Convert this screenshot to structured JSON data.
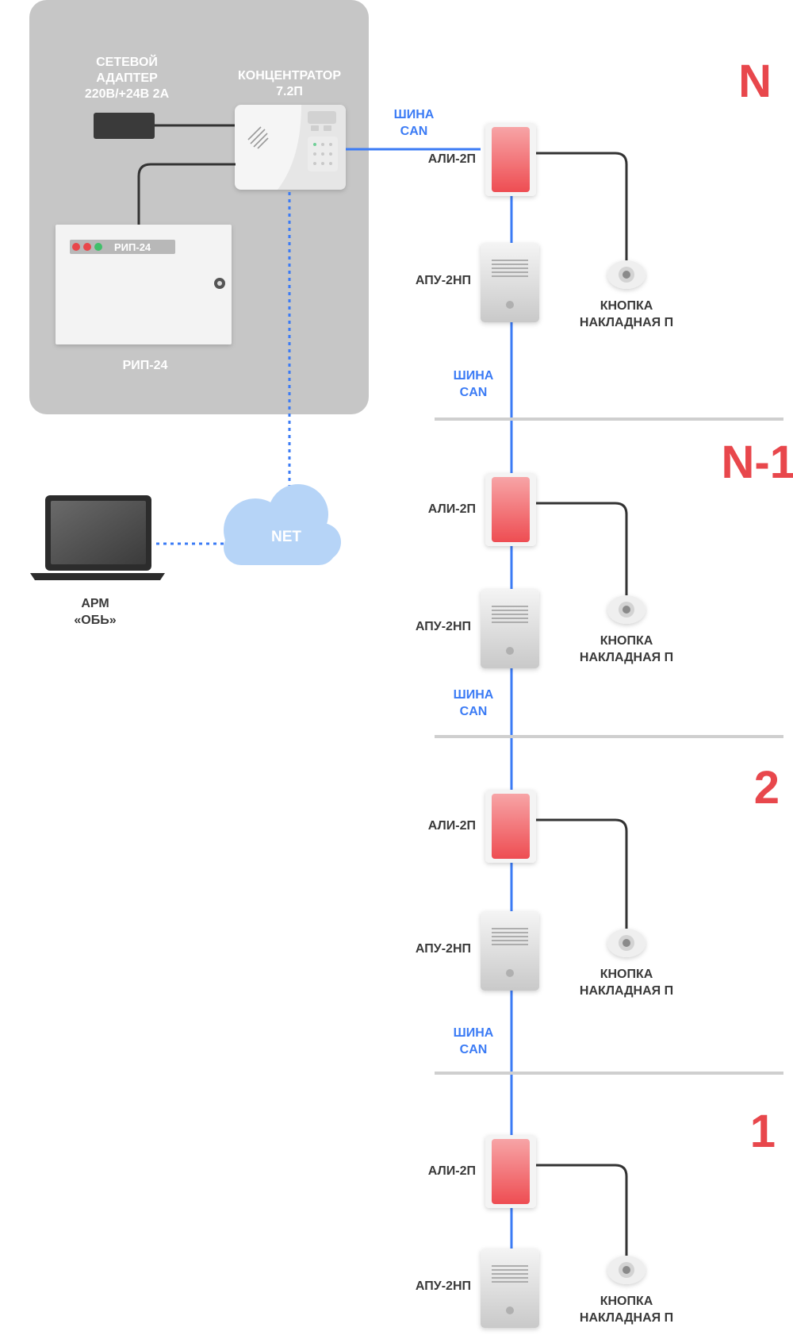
{
  "top_group": {
    "adapter_label": [
      "СЕТЕВОЙ",
      "АДАПТЕР",
      "220В/+24В 2А"
    ],
    "hub_label": [
      "КОНЦЕНТРАТОР",
      "7.2П"
    ],
    "rip_panel_text": "РИП-24",
    "rip_label": "РИП-24",
    "bus_label": [
      "ШИНА",
      "CAN"
    ]
  },
  "network": {
    "cloud_label": "NET",
    "arm_label": [
      "АРМ",
      "«ОБЬ»"
    ]
  },
  "levels": [
    {
      "label": "N",
      "ali": "АЛИ-2П",
      "apu": "АПУ-2НП",
      "button": [
        "КНОПКА",
        "НАКЛАДНАЯ П"
      ],
      "bus": [
        "ШИНА",
        "CAN"
      ]
    },
    {
      "label": "N-1",
      "ali": "АЛИ-2П",
      "apu": "АПУ-2НП",
      "button": [
        "КНОПКА",
        "НАКЛАДНАЯ П"
      ],
      "bus": [
        "ШИНА",
        "CAN"
      ]
    },
    {
      "label": "2",
      "ali": "АЛИ-2П",
      "apu": "АПУ-2НП",
      "button": [
        "КНОПКА",
        "НАКЛАДНАЯ П"
      ],
      "bus": [
        "ШИНА",
        "CAN"
      ]
    },
    {
      "label": "1",
      "ali": "АЛИ-2П",
      "apu": "АПУ-2НП",
      "button": [
        "КНОПКА",
        "НАКЛАДНАЯ П"
      ]
    }
  ],
  "colors": {
    "bus_line": "#3b7bf5",
    "level_number": "#e8474c",
    "group_bg": "#c6c6c6",
    "cloud": "#b6d4f7",
    "wire": "#333333",
    "divider": "#cfcfcf"
  }
}
